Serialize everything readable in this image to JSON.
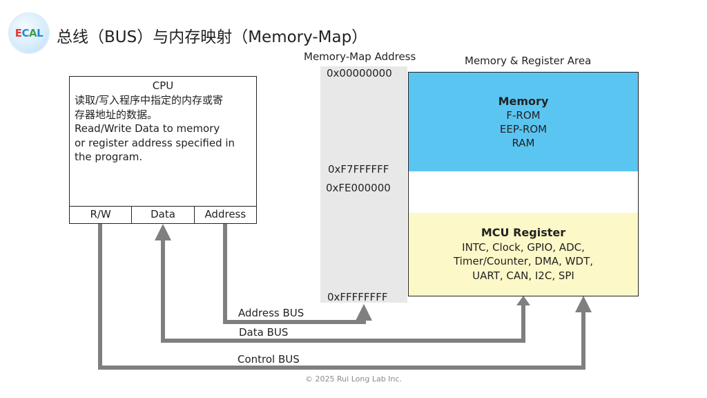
{
  "header": {
    "logo_text": "ECAL",
    "title": "总线（BUS）与内存映射（Memory-Map）"
  },
  "labels": {
    "memory_map_address": "Memory-Map Address",
    "memory_register_area": "Memory & Register Area"
  },
  "cpu": {
    "title": "CPU",
    "desc_lines": [
      "读取/写入程序中指定的内存或寄",
      "存器地址的数据。",
      "Read/Write Data to memory",
      "or register address specified in",
      "the program."
    ],
    "ports": [
      "R/W",
      "Data",
      "Address"
    ]
  },
  "addresses": [
    "0x00000000",
    "0xF7FFFFFF",
    "0xFE000000",
    "0xFFFFFFFF"
  ],
  "memory": {
    "title": "Memory",
    "items": [
      "F-ROM",
      "EEP-ROM",
      "RAM"
    ]
  },
  "mcu_register": {
    "title": "MCU Register",
    "lines": [
      "INTC, Clock, GPIO, ADC,",
      "Timer/Counter, DMA, WDT,",
      "UART, CAN, I2C, SPI"
    ]
  },
  "buses": {
    "address": "Address BUS",
    "data": "Data BUS",
    "control": "Control BUS"
  },
  "footer": "© 2025 Rui Long Lab Inc.",
  "colors": {
    "memory_fill": "#5bc5f2",
    "register_fill": "#fdf8c8",
    "address_column": "#e8e8e8",
    "bus_line": "#7f7f7f",
    "logo_e": "#e53935",
    "logo_c": "#1e88e5",
    "logo_a": "#43a047",
    "logo_l": "#1e88e5"
  }
}
